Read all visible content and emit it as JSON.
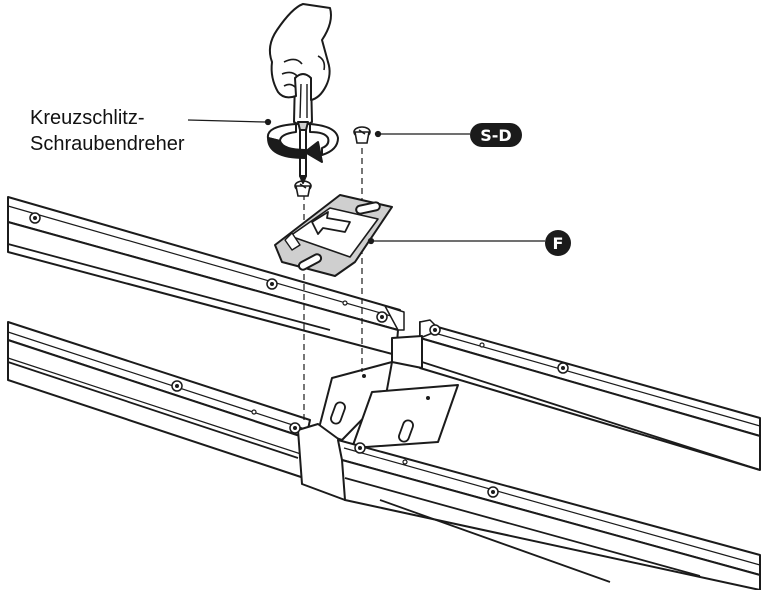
{
  "callouts": {
    "tool_line1": "Kreuzschlitz-",
    "tool_line2": "Schraubendreher",
    "screw_part": "S-D",
    "bracket_part": "F"
  },
  "icons": {
    "hand": "hand-icon",
    "screwdriver": "screwdriver-icon",
    "rotation": "rotation-arrow-icon",
    "screw": "screw-icon",
    "bracket": "bracket-plate-icon",
    "direction": "direction-arrow-icon"
  },
  "colors": {
    "ink": "#1b1b1b",
    "face": "#ffffff",
    "shade": "#cfcfcf",
    "badge_text": "#ffffff"
  }
}
